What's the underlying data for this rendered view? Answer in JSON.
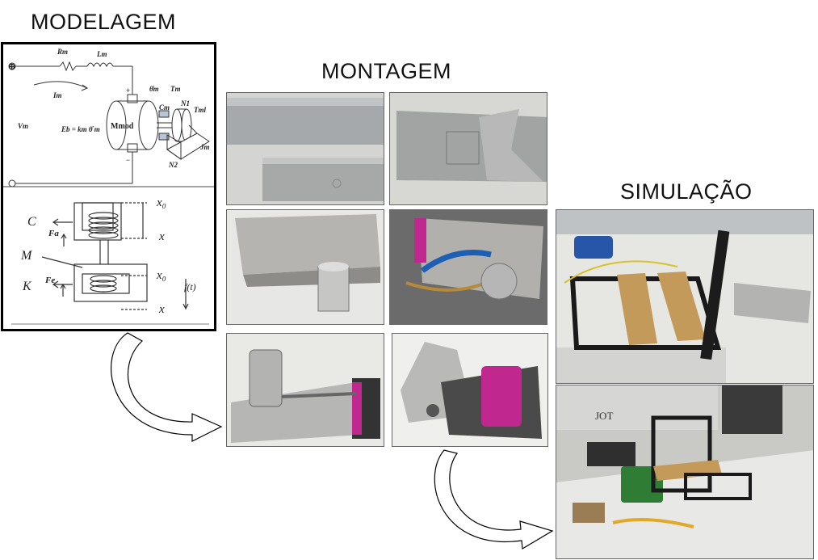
{
  "headings": {
    "modelagem": "MODELAGEM",
    "montagem": "MONTAGEM",
    "simulacao": "SIMULAÇÃO"
  },
  "circuit": {
    "plus_terminal": "⊕",
    "rm": "Rm",
    "lm": "Lm",
    "im": "Im",
    "vm": "Vm",
    "eb": "Eb = km θ̇ m",
    "theta_m": "θ̇m",
    "tm": "Tm",
    "cm": "Cm",
    "n1": "N1",
    "tml": "Tml",
    "mmod": "Mmod",
    "jm": "Jm",
    "n2": "N2",
    "plus": "+",
    "minus": "−"
  },
  "mass_spring": {
    "c": "C",
    "fa": "Fa",
    "m": "M",
    "k": "K",
    "fe": "Fe",
    "x0_top": "x₀",
    "x_top": "x",
    "x0_bottom": "x₀",
    "x_bottom": "x",
    "force": "f(t)"
  },
  "photo_labels": {
    "jot": "JOT"
  },
  "colors": {
    "aluminium": "#a9acae",
    "magenta": "#c0288f",
    "wood": "#c49a5a",
    "bench": "#e8e8e6"
  }
}
